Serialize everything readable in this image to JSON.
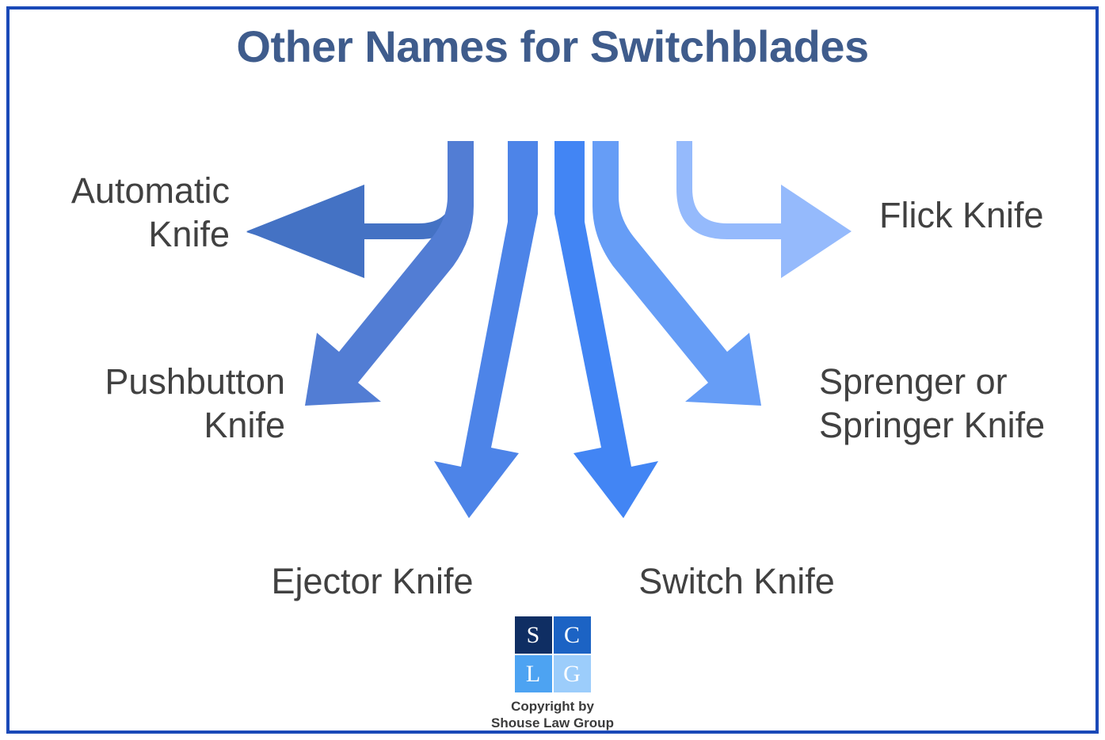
{
  "title": "Other Names for Switchblades",
  "colors": {
    "title": "#3f5c8c",
    "frame_border": "#1a49b8",
    "label_text": "#414141",
    "background": "#ffffff",
    "ribbon_1": "#4472c4",
    "ribbon_2": "#527dd4",
    "ribbon_3": "#4d84e8",
    "ribbon_4": "#4285f4",
    "ribbon_5": "#669df6",
    "ribbon_6": "#95bafc",
    "logo_s": "#0f2e63",
    "logo_c": "#1c63c4",
    "logo_l": "#4da3f2",
    "logo_g": "#9ccdfb"
  },
  "arrows": [
    {
      "name": "automatic-knife",
      "color": "#4472c4",
      "direction": "left"
    },
    {
      "name": "pushbutton-knife",
      "color": "#527dd4",
      "direction": "down-left-diagonal"
    },
    {
      "name": "ejector-knife",
      "color": "#4d84e8",
      "direction": "down-left-steep"
    },
    {
      "name": "switch-knife",
      "color": "#4285f4",
      "direction": "down-right-steep"
    },
    {
      "name": "sprenger-knife",
      "color": "#669df6",
      "direction": "down-right-diagonal"
    },
    {
      "name": "flick-knife",
      "color": "#95bafc",
      "direction": "right"
    }
  ],
  "labels": {
    "automatic_knife": "Automatic\nKnife",
    "pushbutton_knife": "Pushbutton\nKnife",
    "flick_knife": "Flick Knife",
    "sprenger_knife": "Sprenger or\nSpringer Knife",
    "ejector_knife": "Ejector Knife",
    "switch_knife": "Switch Knife"
  },
  "logo": {
    "cells": [
      "S",
      "C",
      "L",
      "G"
    ],
    "copyright": "Copyright by\nShouse Law Group"
  }
}
